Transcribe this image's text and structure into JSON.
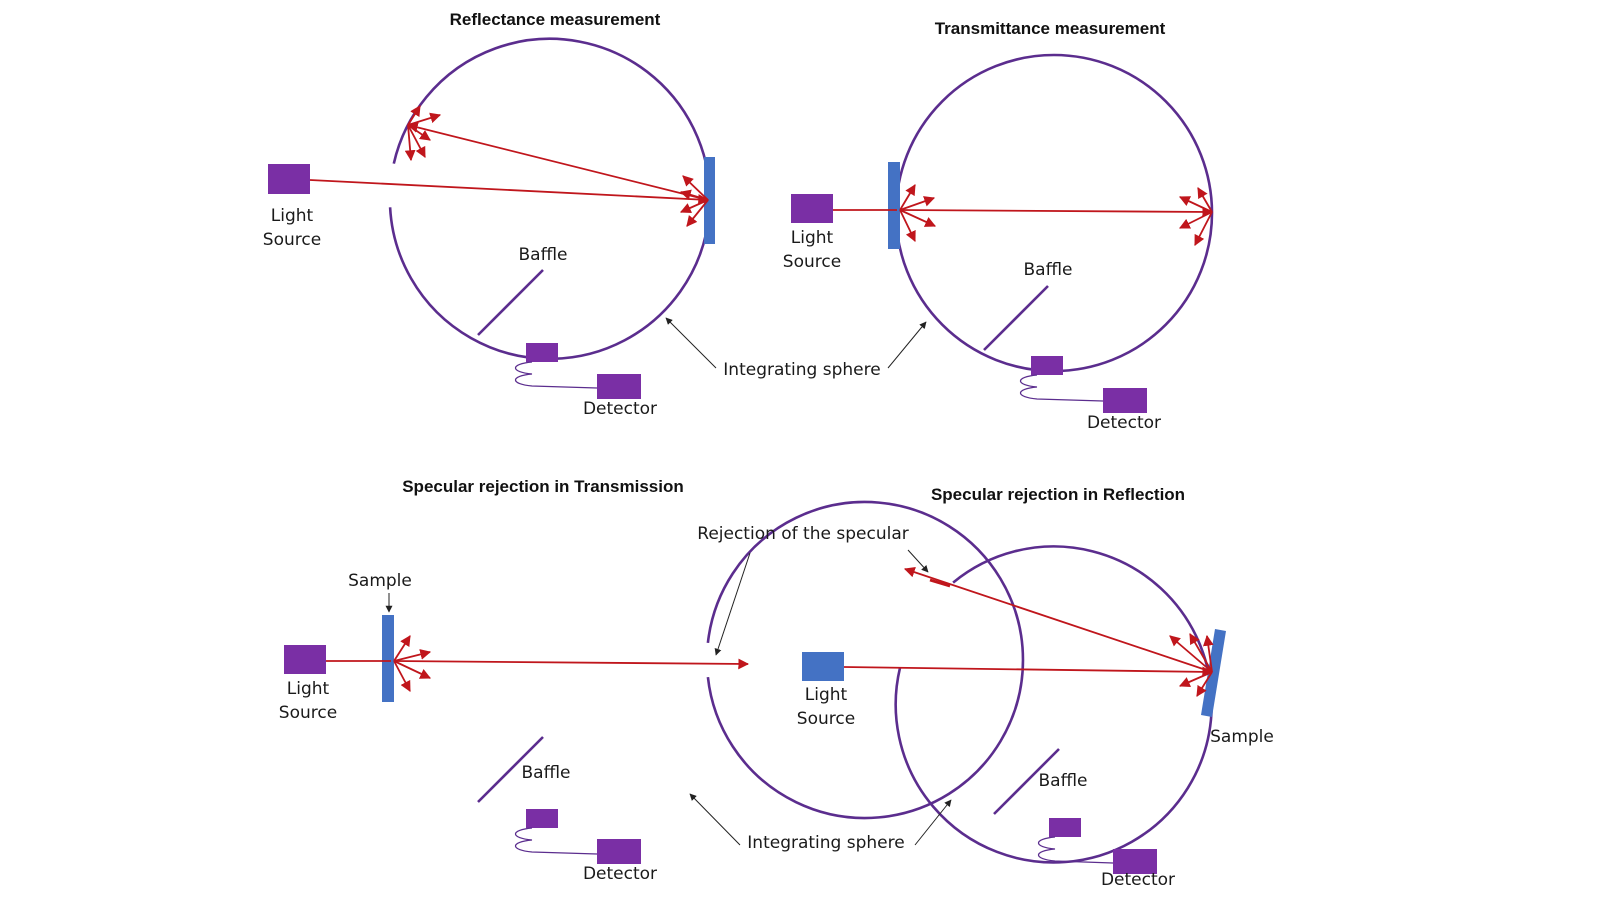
{
  "colors": {
    "sphere": "#5b2d8e",
    "box_purple": "#7a2fa5",
    "sample_blue": "#4472c4",
    "beam_red": "#c0161c",
    "pointer": "#222222",
    "background": "#ffffff"
  },
  "panels": {
    "reflectance": {
      "title": "Reflectance measurement",
      "light_source_line1": "Light",
      "light_source_line2": "Source",
      "baffle": "Baffle",
      "detector": "Detector"
    },
    "transmittance": {
      "title": "Transmittance measurement",
      "light_source_line1": "Light",
      "light_source_line2": "Source",
      "baffle": "Baffle",
      "detector": "Detector"
    },
    "spec_transmission": {
      "title": "Specular rejection in Transmission",
      "sample": "Sample",
      "light_source_line1": "Light",
      "light_source_line2": "Source",
      "baffle": "Baffle",
      "detector": "Detector"
    },
    "spec_reflection": {
      "title": "Specular rejection in Reflection",
      "sample": "Sample",
      "light_source_line1": "Light",
      "light_source_line2": "Source",
      "baffle": "Baffle",
      "detector": "Detector"
    }
  },
  "shared_labels": {
    "integrating_sphere_top": "Integrating sphere",
    "integrating_sphere_bottom": "Integrating sphere",
    "rejection_of_specular": "Rejection of the specular"
  }
}
